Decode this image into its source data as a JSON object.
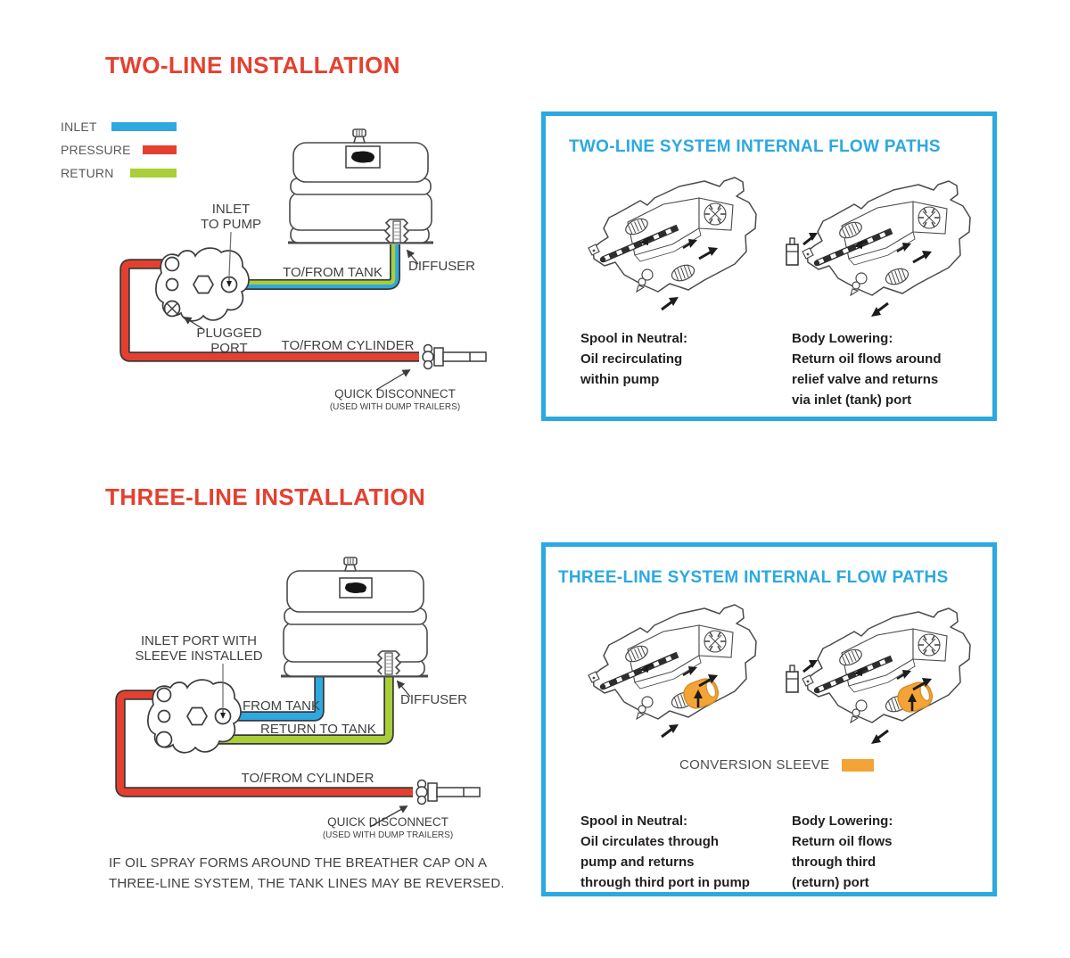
{
  "colors": {
    "red": "#E5402F",
    "cyan": "#2BA9E0",
    "blue": "#2FA8DF",
    "green": "#A9CE38",
    "orange": "#F4A437",
    "caption_text": "#231F20",
    "label_text": "#414042"
  },
  "titles": {
    "two_line": "TWO-LINE INSTALLATION",
    "three_line": "THREE-LINE INSTALLATION"
  },
  "legend": {
    "items": [
      {
        "label": "INLET",
        "color": "#2FA8DF"
      },
      {
        "label": "PRESSURE",
        "color": "#E5402F"
      },
      {
        "label": "RETURN",
        "color": "#A9CE38"
      }
    ]
  },
  "diagram_two": {
    "inlet_to_pump_1": "INLET",
    "inlet_to_pump_2": "TO PUMP",
    "to_from_tank": "TO/FROM TANK",
    "diffuser": "DIFFUSER",
    "plugged_1": "PLUGGED",
    "plugged_2": "PORT",
    "to_from_cylinder": "TO/FROM CYLINDER",
    "quick_disconnect": "QUICK DISCONNECT",
    "quick_disconnect_sub": "(USED WITH DUMP TRAILERS)"
  },
  "diagram_three": {
    "inlet_port_1": "INLET PORT WITH",
    "inlet_port_2": "SLEEVE INSTALLED",
    "from_tank": "FROM TANK",
    "return_to_tank": "RETURN TO TANK",
    "diffuser": "DIFFUSER",
    "to_from_cylinder": "TO/FROM CYLINDER",
    "quick_disconnect": "QUICK DISCONNECT",
    "quick_disconnect_sub": "(USED WITH DUMP TRAILERS)"
  },
  "note": {
    "line1": "IF OIL SPRAY FORMS AROUND THE BREATHER CAP ON A",
    "line2": "THREE-LINE SYSTEM, THE TANK LINES MAY BE REVERSED."
  },
  "panel_two": {
    "title": "TWO-LINE SYSTEM INTERNAL FLOW PATHS",
    "left_caption": [
      "Spool in Neutral:",
      "Oil recirculating",
      "within pump"
    ],
    "right_caption": [
      "Body Lowering:",
      "Return oil flows around",
      "relief valve and returns",
      "via inlet (tank) port"
    ]
  },
  "panel_three": {
    "title": "THREE-LINE SYSTEM INTERNAL FLOW PATHS",
    "conversion_sleeve": "CONVERSION SLEEVE",
    "left_caption": [
      "Spool in Neutral:",
      "Oil circulates through",
      "pump and returns",
      "through third port in pump"
    ],
    "right_caption": [
      "Body Lowering:",
      "Return oil flows",
      "through third",
      "(return) port"
    ]
  }
}
